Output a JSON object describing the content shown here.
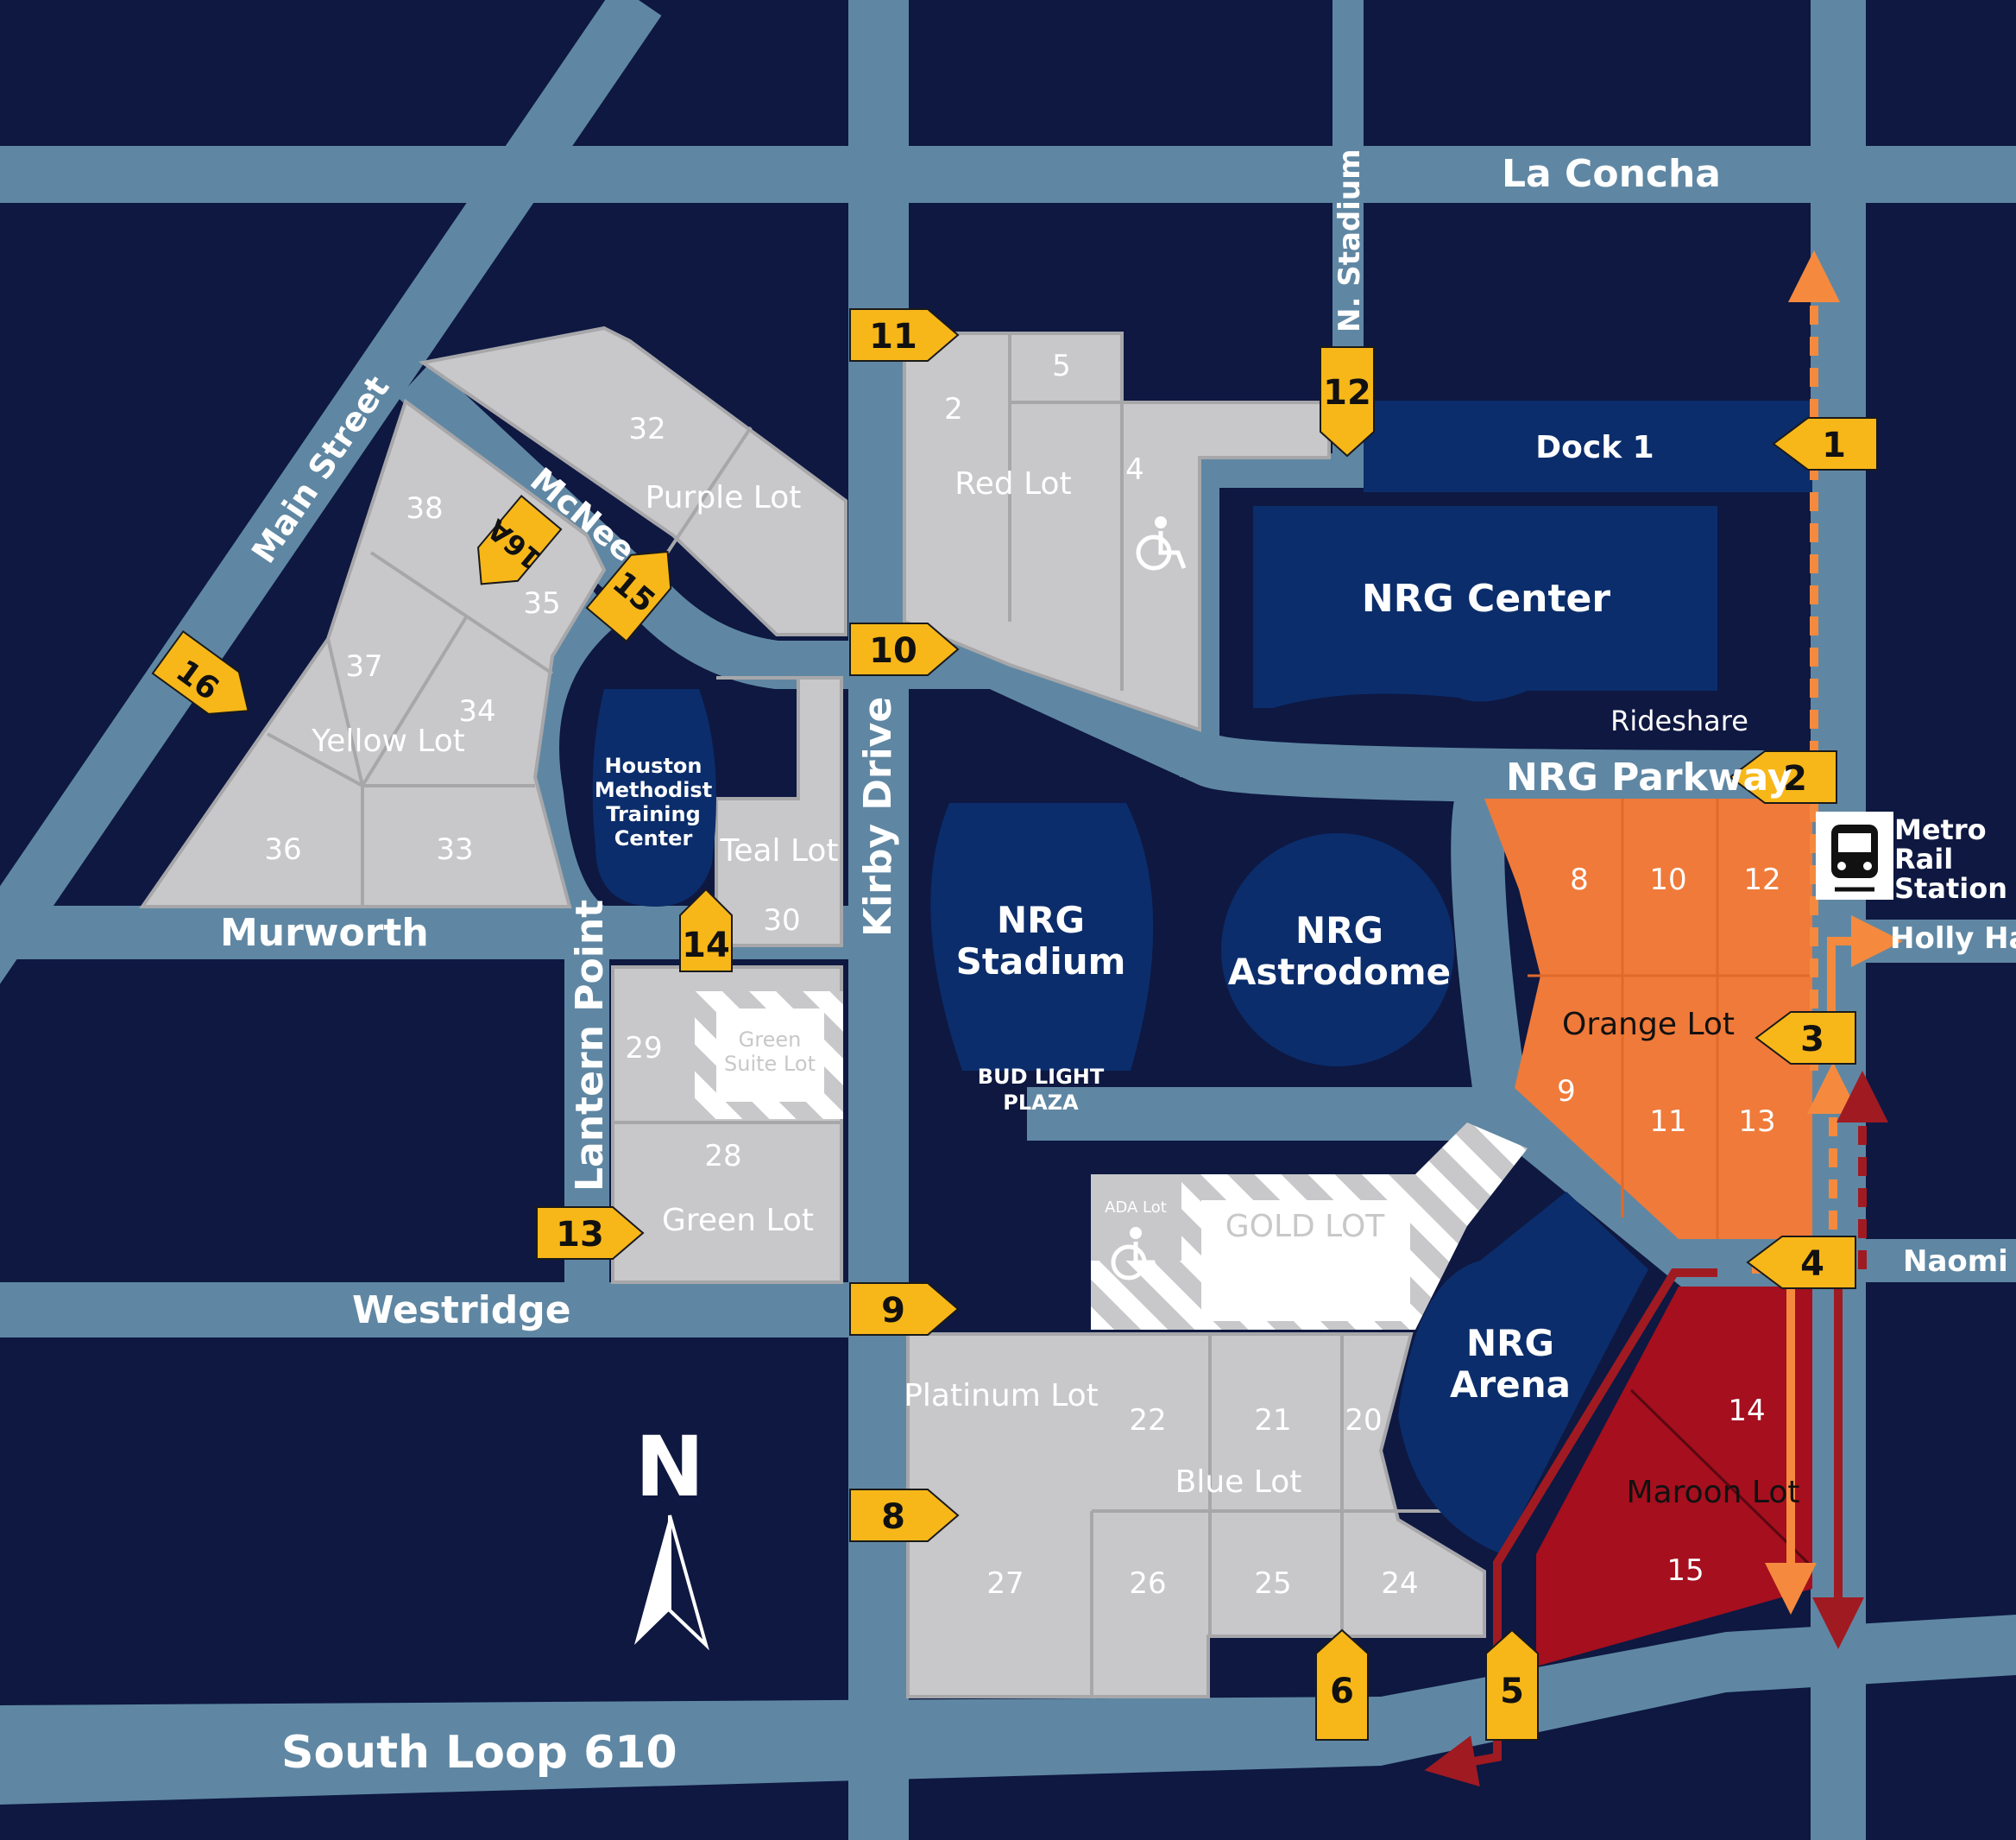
{
  "colors": {
    "background": "#0e1841",
    "road": "#5f87a3",
    "lot_gray": "#c8c8ca",
    "venue_blue": "#0b2d6b",
    "orange_lot": "#f07a3a",
    "maroon_lot": "#a50f1e",
    "gate_yellow": "#f7b719",
    "arrow_orange": "#f58a3f",
    "arrow_maroon": "#a01a22"
  },
  "roads": {
    "la_concha": "La Concha",
    "n_stadium": "N. Stadium",
    "main_street": "Main Street",
    "mcnee": "McNee",
    "murworth": "Murworth",
    "kirby_drive": "Kirby Drive",
    "lantern_point": "Lantern Point",
    "westridge": "Westridge",
    "nrg_parkway": "NRG Parkway",
    "holly_hall": "Holly Hall",
    "naomi": "Naomi",
    "south_loop": "South Loop 610"
  },
  "venues": {
    "dock1": "Dock 1",
    "nrg_center": "NRG Center",
    "rideshare": "Rideshare",
    "stadium_l1": "NRG",
    "stadium_l2": "Stadium",
    "astrodome_l1": "NRG",
    "astrodome_l2": "Astrodome",
    "arena_l1": "NRG",
    "arena_l2": "Arena",
    "bud_l1": "BUD LIGHT",
    "bud_l2": "PLAZA",
    "houston_l1": "Houston",
    "houston_l2": "Methodist",
    "houston_l3": "Training",
    "houston_l4": "Center",
    "metro_l1": "Metro",
    "metro_l2": "Rail",
    "metro_l3": "Station"
  },
  "lots": {
    "red": "Red Lot",
    "purple": "Purple Lot",
    "yellow": "Yellow Lot",
    "teal": "Teal Lot",
    "green": "Green Lot",
    "green_suite_l1": "Green",
    "green_suite_l2": "Suite Lot",
    "ada": "ADA Lot",
    "gold": "GOLD LOT",
    "platinum": "Platinum Lot",
    "blue": "Blue Lot",
    "orange": "Orange Lot",
    "maroon": "Maroon Lot"
  },
  "lot_numbers": {
    "n2": "2",
    "n5": "5",
    "n4": "4",
    "n32": "32",
    "n38": "38",
    "n35": "35",
    "n37": "37",
    "n34": "34",
    "n36": "36",
    "n33": "33",
    "n30": "30",
    "n29": "29",
    "n28": "28",
    "n22": "22",
    "n21": "21",
    "n20": "20",
    "n27": "27",
    "n26": "26",
    "n25": "25",
    "n24": "24",
    "n8": "8",
    "n10": "10",
    "n12": "12",
    "n9": "9",
    "n11": "11",
    "n13": "13",
    "n14": "14",
    "n15": "15"
  },
  "gates": {
    "g1": "1",
    "g2": "2",
    "g3": "3",
    "g4": "4",
    "g5": "5",
    "g6": "6",
    "g8": "8",
    "g9": "9",
    "g10": "10",
    "g11": "11",
    "g12": "12",
    "g13": "13",
    "g14": "14",
    "g15": "15",
    "g16": "16",
    "g16a": "16A"
  },
  "compass": {
    "north": "N"
  },
  "icons": [
    "accessibility-icon",
    "train-icon",
    "north-arrow-icon"
  ]
}
